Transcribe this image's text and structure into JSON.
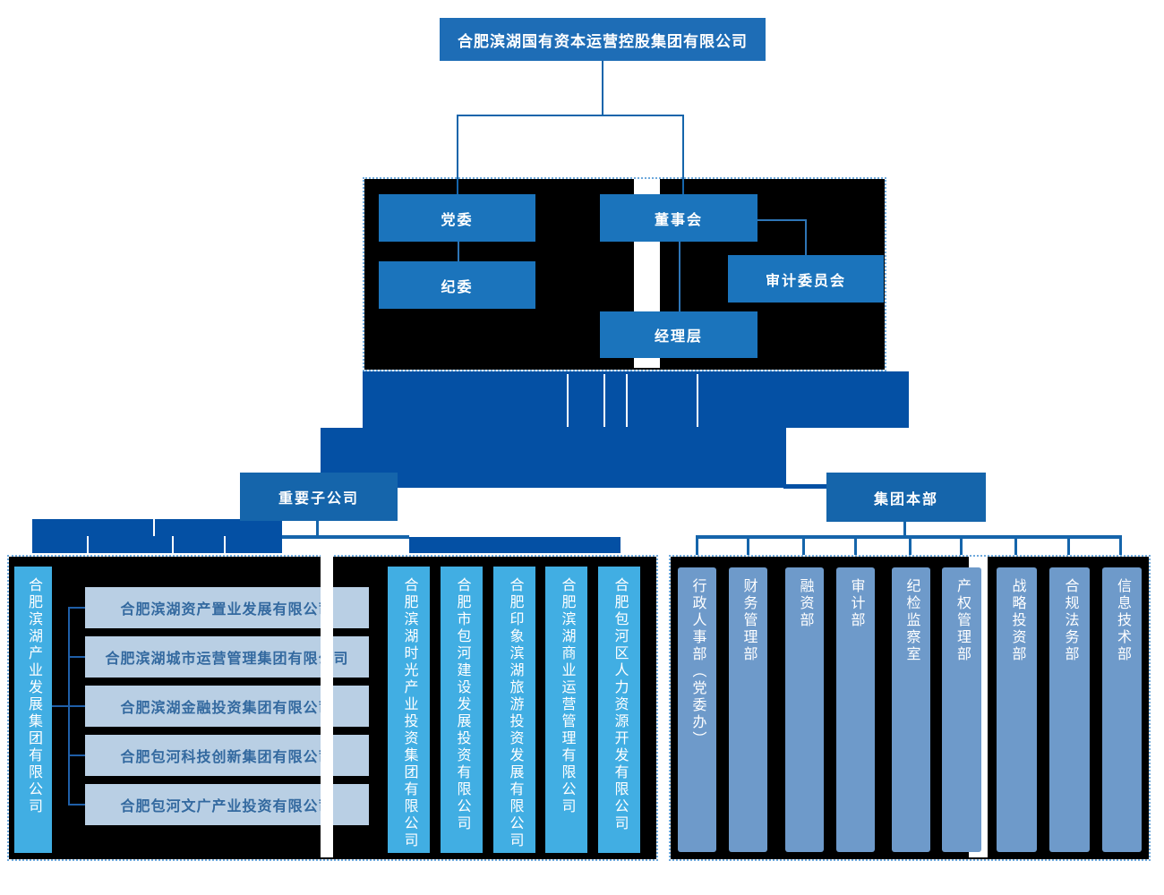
{
  "org": {
    "root": "合肥滨湖国有资本运营控股集团有限公司",
    "governance": {
      "party_committee": "党委",
      "discipline_committee": "纪委",
      "board": "董事会",
      "audit_committee": "审计委员会",
      "management": "经理层"
    },
    "branch_labels": {
      "subsidiaries": "重要子公司",
      "headquarters": "集团本部"
    },
    "key_subsidiaries": {
      "primary": "合肥滨湖产业发展集团有限公司",
      "children_of_primary": [
        "合肥滨湖资产置业发展有限公司",
        "合肥滨湖城市运营管理集团有限公司",
        "合肥滨湖金融投资集团有限公司",
        "合肥包河科技创新集团有限公司",
        "合肥包河文广产业投资有限公司"
      ],
      "others": [
        "合肥滨湖时光产业投资集团有限公司",
        "合肥市包河建设发展投资有限公司",
        "合肥印象滨湖旅游投资发展有限公司",
        "合肥滨湖商业运营管理有限公司",
        "合肥包河区人力资源开发有限公司"
      ]
    },
    "departments": [
      "行政人事部（党委办）",
      "财务管理部",
      "融资部",
      "审计部",
      "纪检监察室",
      "产权管理部",
      "战略投资部",
      "合规法务部",
      "信息技术部"
    ]
  },
  "colors": {
    "governance_box": "#1b74bc",
    "root_box": "#1e6db6",
    "label_box": "#1565ab",
    "band_blue": "#0450a4",
    "cyan_box": "#41aee3",
    "steel_box": "#6e9aca",
    "pale_box": "#b9cfe4",
    "pale_box_text": "#33699f",
    "panel_background": "#000000",
    "panel_dotted_border": "#6ea9dc"
  }
}
